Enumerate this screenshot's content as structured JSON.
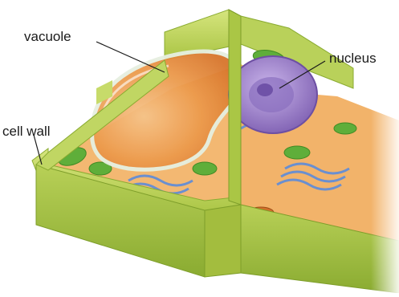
{
  "labels": {
    "vacuole": "vacuole",
    "nucleus": "nucleus",
    "cell_wall": "cell wall"
  },
  "colors": {
    "cell_wall_light": "#c9dc6a",
    "cell_wall_mid": "#a9c443",
    "cell_wall_dark": "#7e9e2a",
    "vacuole_membrane": "#e8efe0",
    "vacuole_fill": "#e98a3c",
    "cytoplasm": "#f4b46a",
    "nucleus": "#9a7fc4",
    "er": "#6a8fd0",
    "chloroplast": "#5fae3a",
    "mitochondria": "#d26f2a"
  }
}
